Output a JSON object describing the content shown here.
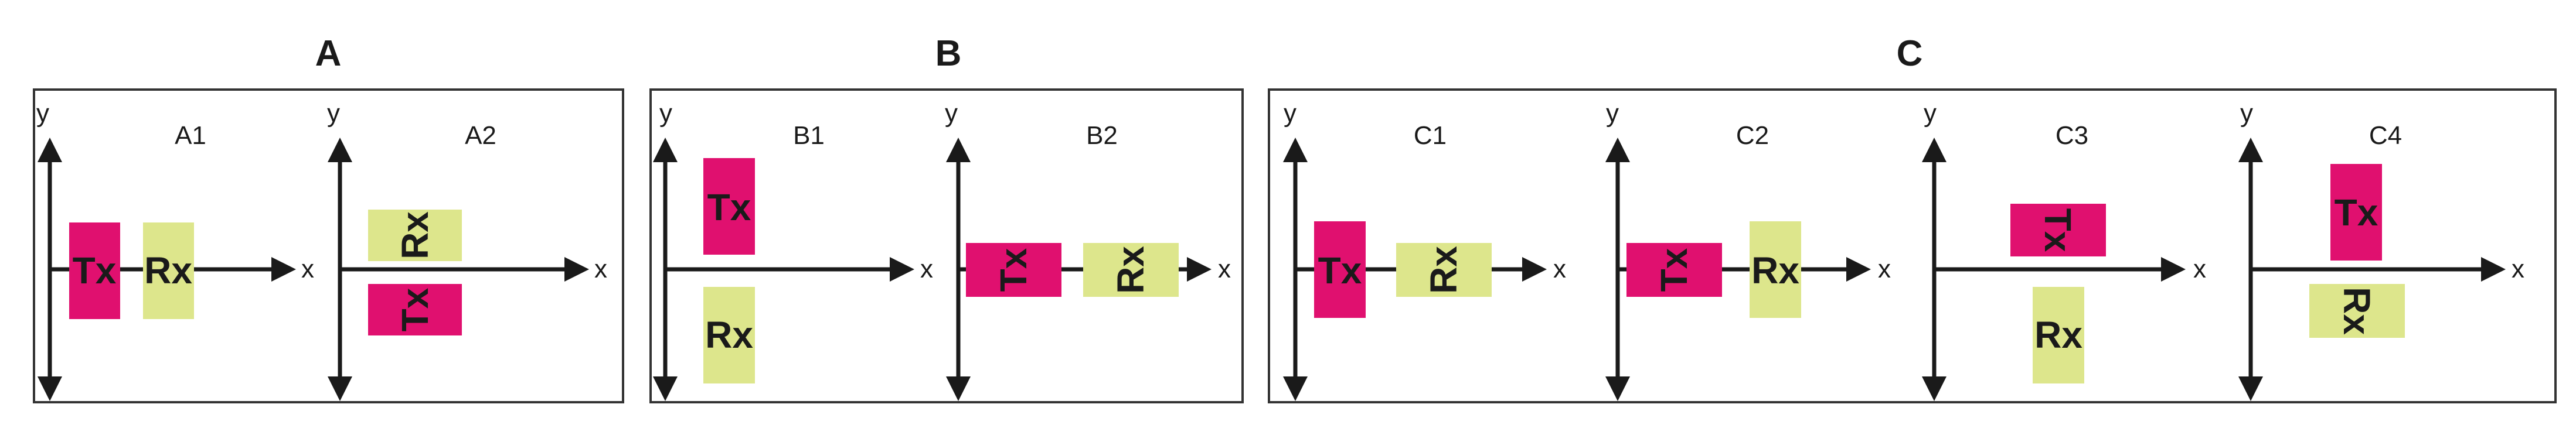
{
  "colors": {
    "tx": "#e0106f",
    "rx": "#dde68c",
    "axis": "#1a1a1a",
    "frame": "#333333"
  },
  "groups": [
    {
      "title": "A"
    },
    {
      "title": "B"
    },
    {
      "title": "C"
    }
  ],
  "axes": {
    "x_label": "x",
    "y_label": "y"
  },
  "panels": [
    {
      "label": "A1",
      "tx": {
        "text": "Tx",
        "orientation": "upright"
      },
      "rx": {
        "text": "Rx",
        "orientation": "upright"
      }
    },
    {
      "label": "A2",
      "tx": {
        "text": "Tx",
        "orientation": "rotated-ccw"
      },
      "rx": {
        "text": "Rx",
        "orientation": "rotated-ccw"
      }
    },
    {
      "label": "B1",
      "tx": {
        "text": "Tx",
        "orientation": "upright"
      },
      "rx": {
        "text": "Rx",
        "orientation": "upright"
      }
    },
    {
      "label": "B2",
      "tx": {
        "text": "Tx",
        "orientation": "rotated-ccw"
      },
      "rx": {
        "text": "Rx",
        "orientation": "rotated-ccw"
      }
    },
    {
      "label": "C1",
      "tx": {
        "text": "Tx",
        "orientation": "upright"
      },
      "rx": {
        "text": "Rx",
        "orientation": "rotated-ccw"
      }
    },
    {
      "label": "C2",
      "tx": {
        "text": "Tx",
        "orientation": "rotated-ccw"
      },
      "rx": {
        "text": "Rx",
        "orientation": "upright"
      }
    },
    {
      "label": "C3",
      "tx": {
        "text": "Tx",
        "orientation": "rotated-cw"
      },
      "rx": {
        "text": "Rx",
        "orientation": "upright"
      }
    },
    {
      "label": "C4",
      "tx": {
        "text": "Tx",
        "orientation": "upright"
      },
      "rx": {
        "text": "Rx",
        "orientation": "rotated-cw"
      }
    }
  ]
}
